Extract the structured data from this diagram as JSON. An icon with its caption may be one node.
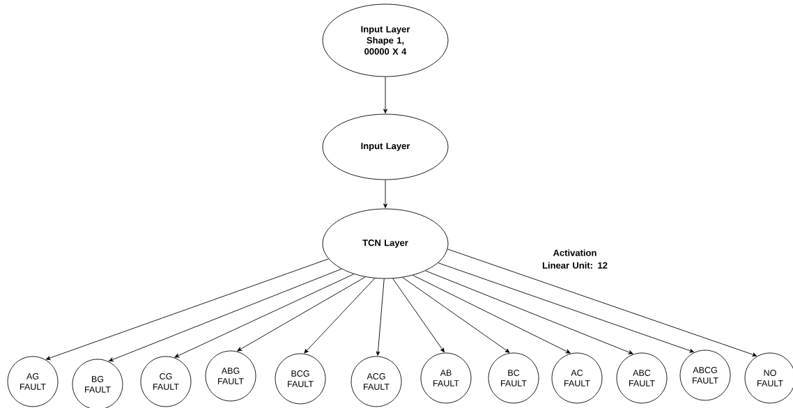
{
  "diagram": {
    "nodes": [
      {
        "text": [
          "Input Layer Shape 1, 00000 X 4"
        ]
      },
      {
        "text": [
          "Input Layer"
        ]
      },
      {
        "text": [
          "TCN Layer"
        ]
      },
      {
        "text": [
          "AG FAULT"
        ]
      },
      {
        "text": [
          "BG FAULT"
        ]
      },
      {
        "text": [
          "CG FAULT"
        ]
      },
      {
        "text": [
          "ABG FAULT"
        ]
      },
      {
        "text": [
          "BCG FAULT"
        ]
      },
      {
        "text": [
          "ACG FAULT"
        ]
      },
      {
        "text": [
          "AB FAULT"
        ]
      },
      {
        "text": [
          "BC FAULT"
        ]
      },
      {
        "text": [
          "AC FAULT"
        ]
      },
      {
        "text": [
          "ABC FAULT"
        ]
      },
      {
        "text": [
          "ABCG FAULT"
        ]
      },
      {
        "text": [
          "NO FAULT"
        ]
      }
    ],
    "edges": [
      {
        "from": 0,
        "to": 1,
        "arrow": "to"
      },
      {
        "from": 1,
        "to": 2,
        "arrow": "to"
      },
      {
        "from": 2,
        "to": 3,
        "arrow": "to"
      },
      {
        "from": 2,
        "to": 4,
        "arrow": "to"
      },
      {
        "from": 2,
        "to": 5,
        "arrow": "to"
      },
      {
        "from": 2,
        "to": 6,
        "arrow": "to"
      },
      {
        "from": 2,
        "to": 7,
        "arrow": "to"
      },
      {
        "from": 2,
        "to": 8,
        "arrow": "to"
      },
      {
        "from": 2,
        "to": 9,
        "arrow": "to"
      },
      {
        "from": 2,
        "to": 10,
        "arrow": "to"
      },
      {
        "from": 2,
        "to": 11,
        "arrow": "to"
      },
      {
        "from": 2,
        "to": 12,
        "arrow": "to"
      },
      {
        "from": 2,
        "to": 13,
        "arrow": "to"
      },
      {
        "from": 2,
        "to": 14,
        "arrow": "to"
      }
    ],
    "labels": [
      "Activation Linear Unit: 12"
    ]
  }
}
